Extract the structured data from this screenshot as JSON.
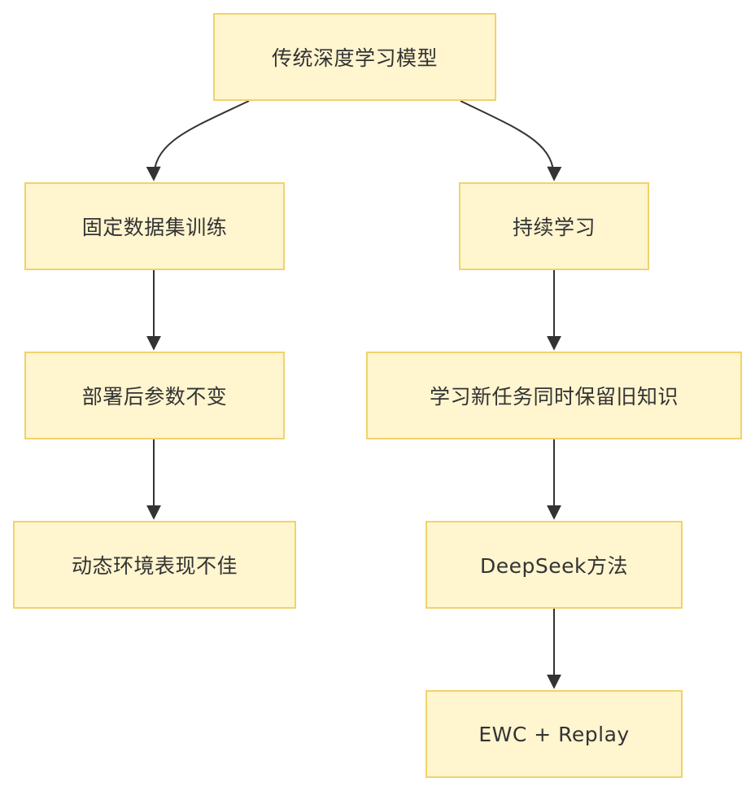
{
  "diagram": {
    "nodes": {
      "root": "传统深度学习模型",
      "fixed_training": "固定数据集训练",
      "params_frozen": "部署后参数不变",
      "poor_dynamic": "动态环境表现不佳",
      "continual": "持续学习",
      "learn_new_keep_old": "学习新任务同时保留旧知识",
      "deepseek": "DeepSeek方法",
      "ewc_replay": "EWC + Replay"
    },
    "edges": [
      {
        "from": "root",
        "to": "fixed_training"
      },
      {
        "from": "fixed_training",
        "to": "params_frozen"
      },
      {
        "from": "params_frozen",
        "to": "poor_dynamic"
      },
      {
        "from": "root",
        "to": "continual"
      },
      {
        "from": "continual",
        "to": "learn_new_keep_old"
      },
      {
        "from": "learn_new_keep_old",
        "to": "deepseek"
      },
      {
        "from": "deepseek",
        "to": "ewc_replay"
      }
    ],
    "colors": {
      "node_fill": "#fff5cf",
      "node_border": "#f0d36a",
      "edge": "#333333"
    }
  }
}
